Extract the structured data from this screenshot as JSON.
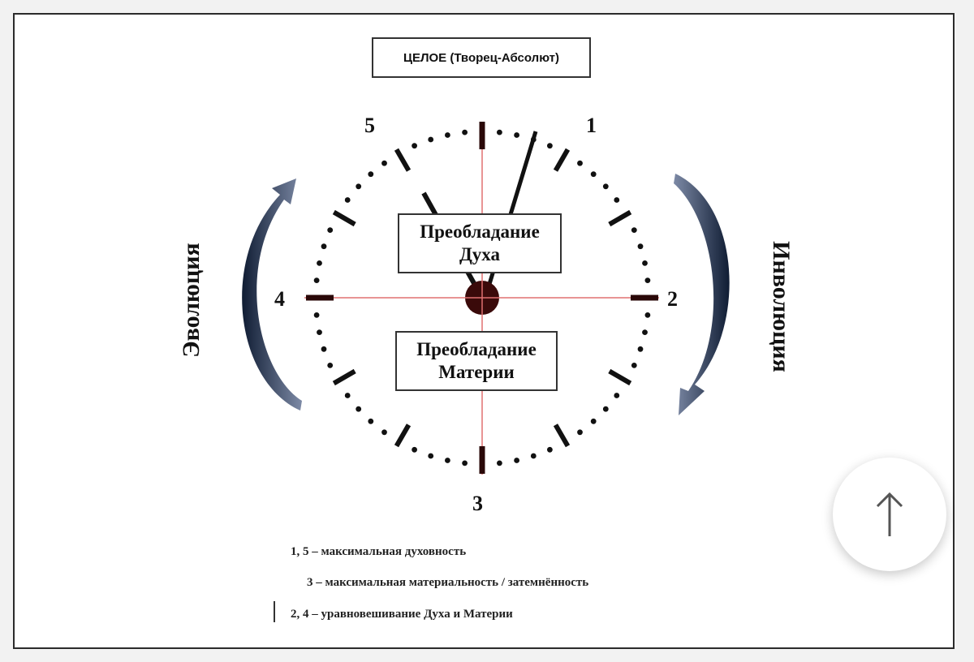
{
  "diagram": {
    "top_label": "ЦЕЛОЕ (Творец-Абсолют)",
    "center_top": {
      "line1": "Преобладание",
      "line2": "Духа"
    },
    "center_bottom": {
      "line1": "Преобладание",
      "line2": "Материи"
    },
    "numbers": {
      "n1": "1",
      "n2": "2",
      "n3": "3",
      "n4": "4",
      "n5": "5"
    },
    "left_word": "Эволюция",
    "right_word": "Инволюция",
    "legend": [
      "1, 5 – максимальная духовность",
      "3 – максимальная материальность / затемнённость",
      "2, 4 – уравновешивание Духа и Материи"
    ]
  },
  "icons": {
    "scroll_to_top": "arrow-up-icon",
    "left_arrow": "curved-arrow-up-icon",
    "right_arrow": "curved-arrow-down-icon"
  },
  "colors": {
    "ink": "#111111",
    "crosshair": "#e07070",
    "center_dot": "#3a0a0a",
    "arrow_dark": "#0f1c33",
    "arrow_light": "#5f6f8e"
  }
}
